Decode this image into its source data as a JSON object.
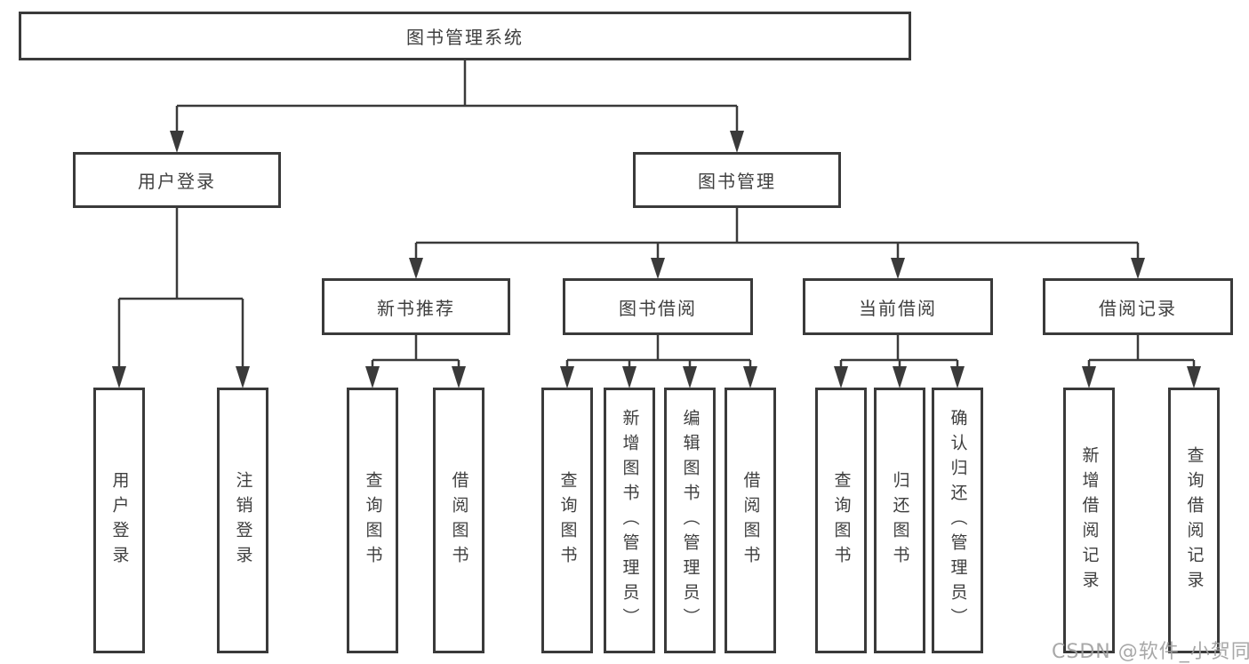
{
  "tree": {
    "label": "图书管理系统",
    "children": [
      {
        "label": "用户登录",
        "children": [
          {
            "label": "用户登录"
          },
          {
            "label": "注销登录"
          }
        ]
      },
      {
        "label": "图书管理",
        "children": [
          {
            "label": "新书推荐",
            "children": [
              {
                "label": "查询图书"
              },
              {
                "label": "借阅图书"
              }
            ]
          },
          {
            "label": "图书借阅",
            "children": [
              {
                "label": "查询图书"
              },
              {
                "label": "新增图书（管理员）"
              },
              {
                "label": "编辑图书（管理员）"
              },
              {
                "label": "借阅图书"
              }
            ]
          },
          {
            "label": "当前借阅",
            "children": [
              {
                "label": "查询图书"
              },
              {
                "label": "归还图书"
              },
              {
                "label": "确认归还（管理员）"
              }
            ]
          },
          {
            "label": "借阅记录",
            "children": [
              {
                "label": "新增借阅记录"
              },
              {
                "label": "查询借阅记录"
              }
            ]
          }
        ]
      }
    ]
  },
  "watermark": {
    "text": "CSDN @软件_小贺同学"
  },
  "colors": {
    "line": "#3a3a3a",
    "text": "#3f3f3f",
    "watermark": "#9e9e9e",
    "background": "#ffffff"
  }
}
